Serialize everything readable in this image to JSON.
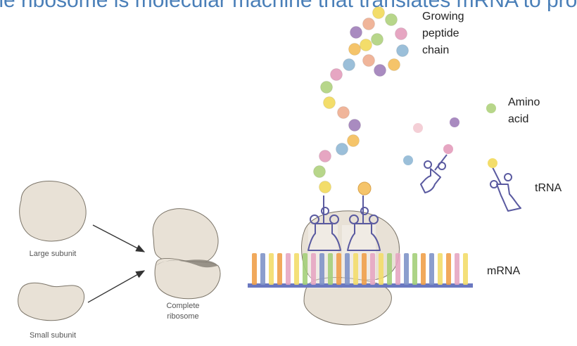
{
  "title": "The ribosome is molecular machine that translates mRNA to pro",
  "labels": {
    "large_subunit": "Large subunit",
    "small_subunit": "Small subunit",
    "complete_ribosome_1": "Complete",
    "complete_ribosome_2": "ribosome",
    "growing_1": "Growing",
    "growing_2": "peptide",
    "growing_3": "chain",
    "amino_1": "Amino",
    "amino_2": "acid",
    "trna": "tRNA",
    "mrna": "mRNA"
  },
  "colors": {
    "subunit": "#e8e1d6",
    "subunit_stroke": "#7b7468",
    "trna": "#5a5aa0",
    "mrna_backbone": "#6a78c0",
    "bead_palette": [
      "#f3dd6a",
      "#b7d68a",
      "#e6a6c2",
      "#9bbfd9",
      "#f5c46a",
      "#a98bc0",
      "#f0b59a"
    ],
    "codon_palette": [
      "#f0a04a",
      "#a4cf7a",
      "#f3dd6a",
      "#7f93c8",
      "#e6a6c2"
    ]
  }
}
